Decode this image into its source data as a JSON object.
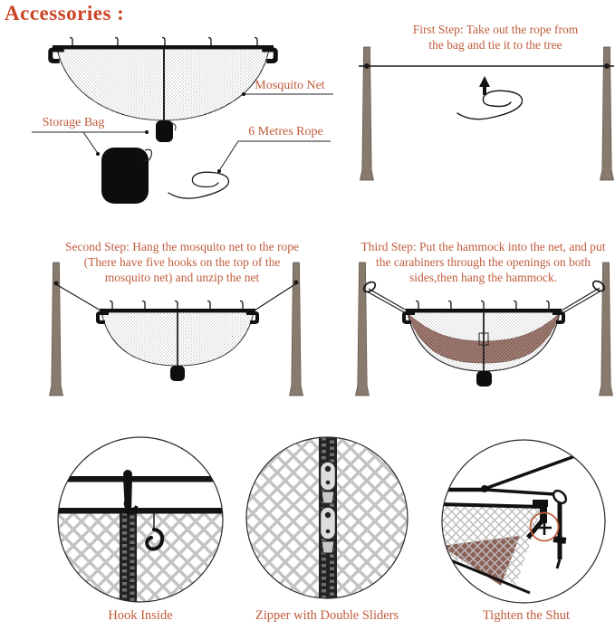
{
  "title": "Accessories :",
  "accessories": {
    "mosquito_net_label": "Mosquito Net",
    "storage_bag_label": "Storage Bag",
    "rope_label": "6 Metres Rope"
  },
  "steps": {
    "first": "First Step: Take out the rope from\nthe bag and tie it to the tree",
    "second": "Second Step: Hang the mosquito net to the rope\n(There have five hooks on the top of the\nmosquito net) and unzip the net",
    "third": "Third Step: Put the hammock into the net, and put\nthe carabiners through the openings on both\nsides,then hang the hammock."
  },
  "details": {
    "hook_label": "Hook Inside",
    "zipper_label": "Zipper with Double Sliders",
    "tighten_label": "Tighten the Shut"
  },
  "colors": {
    "title_text": "#cb4425",
    "caption_text": "#c15c3c",
    "hammock_fabric": "#8c6156",
    "tree_pole": "#897a6e",
    "mesh_gray": "#c3c3c3",
    "highlight_ring": "#c2603c"
  }
}
